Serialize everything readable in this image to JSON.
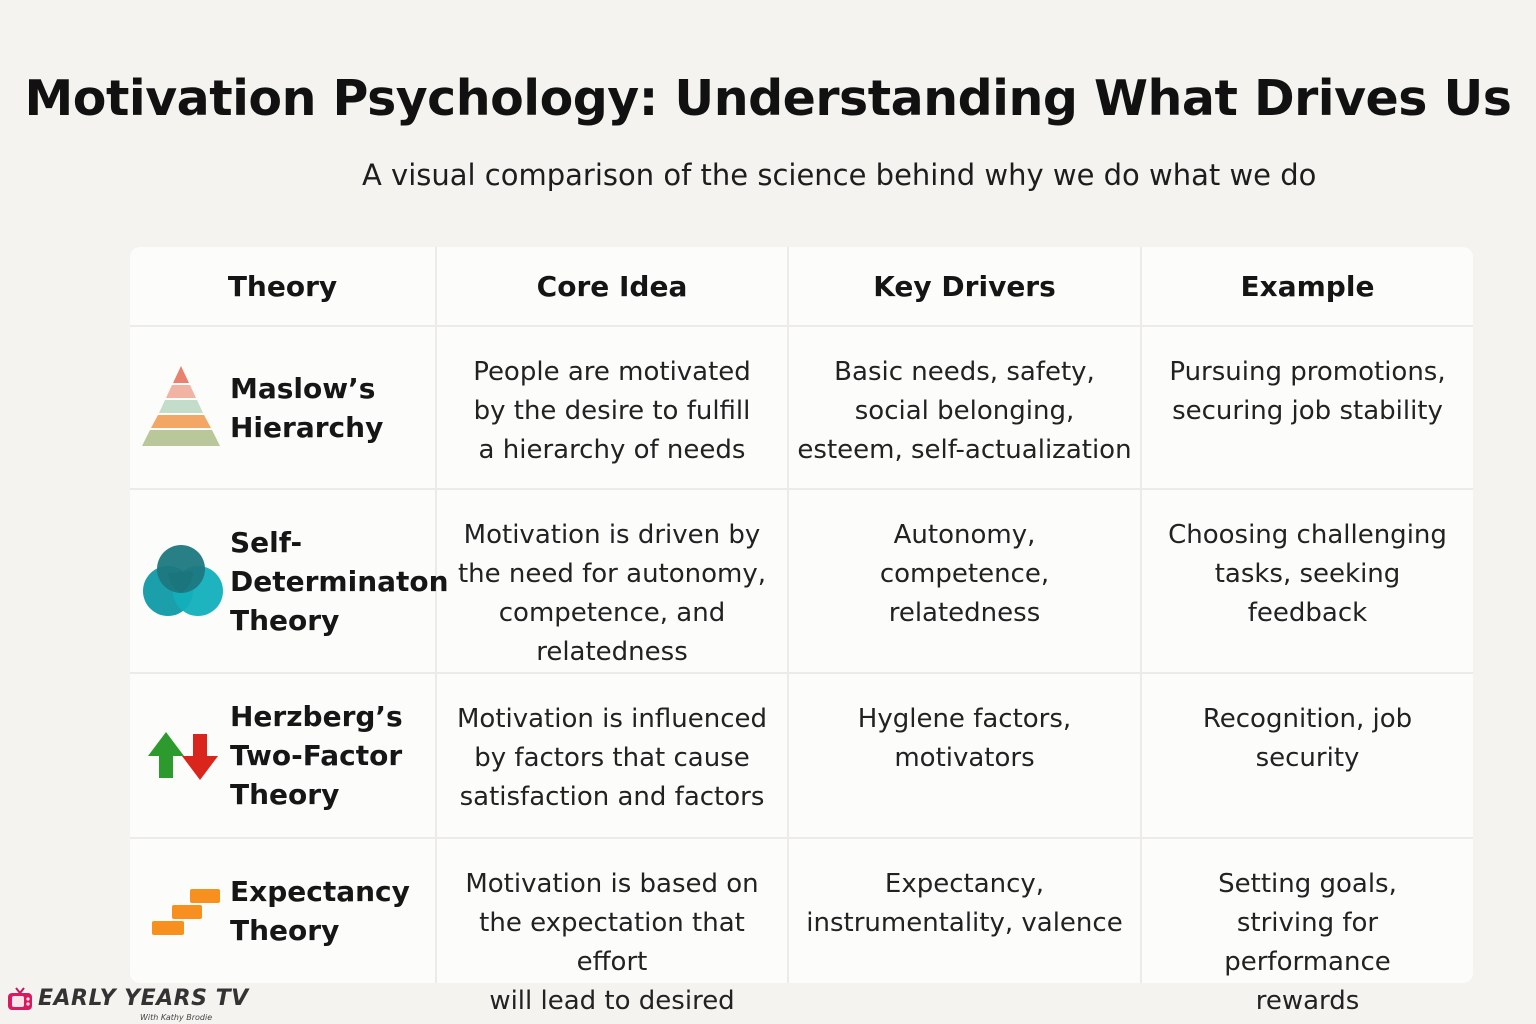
{
  "title": "Motivation Psychology: Understanding What Drives Us",
  "subtitle": "A visual comparison of the science behind why we do what we do",
  "table": {
    "headers": [
      "Theory",
      "Core Idea",
      "Key Drivers",
      "Example"
    ],
    "rows": [
      {
        "icon": "pyramid-icon",
        "theory": "Maslow’s\nHierarchy",
        "core_idea": "People are motivated\nby the desire to fulfill\na hierarchy of needs",
        "key_drivers": "Basic needs, safety,\nsocial belonging,\nesteem, self-actualization",
        "example": "Pursuing promotions,\nsecuring job stability"
      },
      {
        "icon": "venn-circles-icon",
        "theory": "Self-\nDeterminaton\nTheory",
        "core_idea": "Motivation is driven by\nthe need for autonomy,\ncompetence, and\nrelatedness",
        "key_drivers": "Autonomy,\ncompetence,\nrelatedness",
        "example": "Choosing challenging\ntasks, seeking\nfeedback"
      },
      {
        "icon": "up-down-arrows-icon",
        "theory": "Herzberg’s\nTwo-Factor\nTheory",
        "core_idea": "Motivation is influenced\nby factors that cause\nsatisfaction and factors",
        "key_drivers": "Hyglene factors,\nmotivators",
        "example": "Recognition, job\nsecurity"
      },
      {
        "icon": "stairs-icon",
        "theory": "Expectancy\nTheory",
        "core_idea": "Motivation is based on\nthe expectation that effort\nwill lead to desired",
        "key_drivers": "Expectancy,\ninstrumentality, valence",
        "example": "Setting goals,\nstriving for performance\nrewards"
      }
    ]
  },
  "logo": {
    "text": "EARLY YEARS TV",
    "sub": "With Kathy Brodie",
    "icon": "tv-icon"
  },
  "colors": {
    "background": "#f4f3f0",
    "table_bg": "#fcfcfa",
    "pyramid": [
      "#e8826f",
      "#f1b3a4",
      "#c4dcca",
      "#f3a765",
      "#b9c79a"
    ],
    "teal_dark": "#1d7880",
    "teal": "#12b0bc",
    "arrow_up": "#2d9a2d",
    "arrow_down": "#d9251c",
    "orange": "#f7901e"
  }
}
